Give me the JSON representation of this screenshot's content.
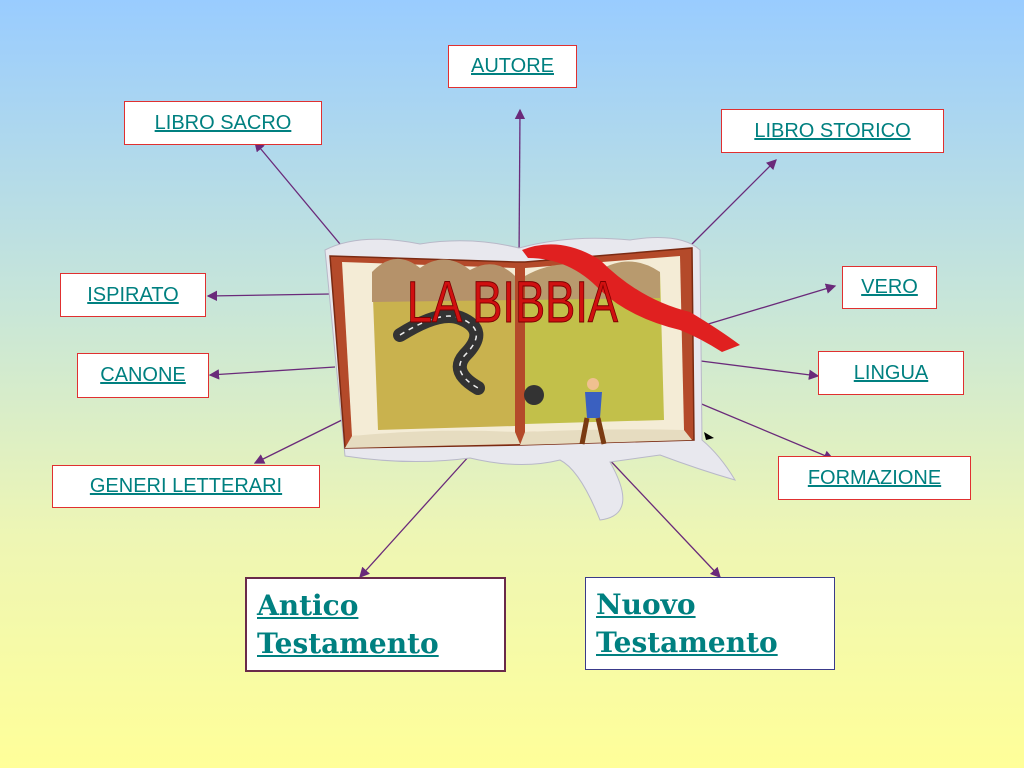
{
  "title": "LA BIBBIA",
  "nodes": {
    "autore": "AUTORE",
    "libro_sacro": "LIBRO SACRO",
    "libro_storico": "LIBRO STORICO",
    "ispirato": "ISPIRATO",
    "vero": "VERO",
    "canone": "CANONE",
    "lingua": "LINGUA",
    "generi_letterari": "GENERI LETTERARI",
    "formazione": "FORMAZIONE",
    "antico_testamento": "Antico Testamento",
    "nuovo_testamento": "Nuovo Testamento"
  },
  "colors": {
    "box_border": "#e03030",
    "link_text": "#008080",
    "arrow": "#6a2a7a",
    "title": "#cc0000"
  }
}
